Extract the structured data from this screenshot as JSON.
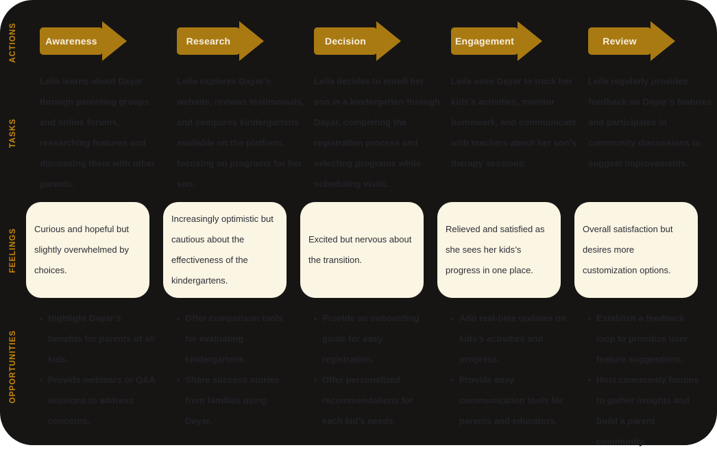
{
  "theme": {
    "bg": "#161514",
    "page-bg": "#ffffff",
    "gold": "#C8860D",
    "arrow": "#A97A12",
    "arrow-text": "#F7EFE0",
    "card-bg": "#FBF5E4",
    "card-text": "#2E2F36",
    "dim": "#222126"
  },
  "rows": {
    "actions": "ACTIONS",
    "tasks": "TASKS",
    "feelings": "FEELINGS",
    "opportunities": "OPPORTUNITIES"
  },
  "stages": [
    {
      "action": "Awareness",
      "task": "Leila learns about Dayar through parenting groups and online forums, researching features and discussing them with other parents.",
      "feeling": "Curious and hopeful but slightly overwhelmed by choices.",
      "opportunities": [
        "Highlight Dayar’s benefits for parents of all kids.",
        "Provide webinars or Q&A sessions to address concerns."
      ]
    },
    {
      "action": "Research",
      "task": "Leila explores Dayar’s website, reviews testimonials, and compares kindergartens available on the platform, focusing on programs for her son.",
      "feeling": "Increasingly optimistic but cautious about the effectiveness of the kindergartens.",
      "opportunities": [
        "Offer comparison tools for evaluating kindergartens.",
        "Share success stories from families using Dayar."
      ]
    },
    {
      "action": "Decision",
      "task": "Leila decides to enroll her son in a kindergarten through Dayar, completing the registration process and selecting programs while scheduling visits.",
      "feeling": "Excited but nervous about the transition.",
      "opportunities": [
        "Provide an onboarding guide for easy registration.",
        "Offer personalized recommendations for each kid’s needs."
      ]
    },
    {
      "action": "Engagement",
      "task": "Leila uses Dayar to track her kids’s activities, monitor homework, and communicate with teachers about her son’s therapy sessions.",
      "feeling": "Relieved and satisfied as she sees her kids’s progress in one place.",
      "opportunities": [
        "Add real-time updates on kids’s activities and progress.",
        "Provide easy communication tools for parents and educators."
      ]
    },
    {
      "action": "Review",
      "task": "Leila regularly provides feedback on Dayar’s features and participates in community discussions to suggest improvements.",
      "feeling": "Overall satisfaction but desires more customization options.",
      "opportunities": [
        "Establish a feedback loop to prioritize user feature suggestions.",
        "Host community forums to gather insights and build a parent community."
      ]
    }
  ]
}
